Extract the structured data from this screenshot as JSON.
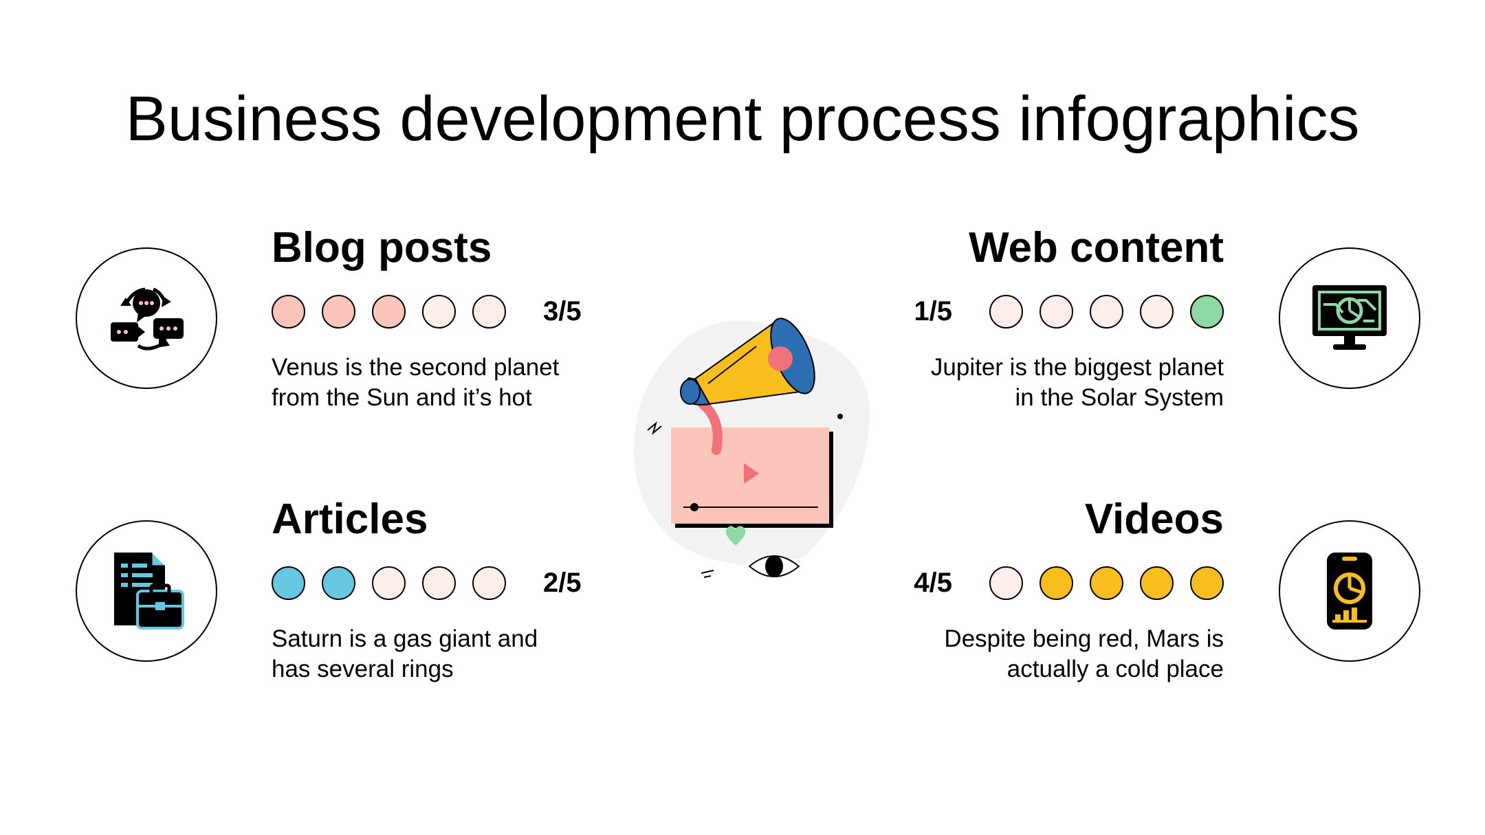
{
  "title": "Business development process infographics",
  "colors": {
    "salmon": "#fcc5b9",
    "salmon_light": "#fdeeea",
    "blue": "#67c7e0",
    "green": "#8ed9a2",
    "yellow": "#f8be1e",
    "ink": "#000000"
  },
  "items": [
    {
      "title": "Blog posts",
      "score": "3/5",
      "rating": 3,
      "max": 5,
      "desc": [
        "Venus is the second planet",
        "from the Sun and it’s hot"
      ],
      "color": "#fcc5b9",
      "icon": "chat-cycle-icon"
    },
    {
      "title": "Articles",
      "score": "2/5",
      "rating": 2,
      "max": 5,
      "desc": [
        "Saturn is a gas giant and",
        "has several rings"
      ],
      "color": "#67c7e0",
      "icon": "document-briefcase-icon"
    },
    {
      "title": "Web content",
      "score": "1/5",
      "rating": 1,
      "max": 5,
      "desc": [
        "Jupiter is the biggest planet",
        "in the Solar System"
      ],
      "color": "#8ed9a2",
      "icon": "monitor-chart-icon"
    },
    {
      "title": "Videos",
      "score": "4/5",
      "rating": 4,
      "max": 5,
      "desc": [
        "Despite being red, Mars is",
        "actually a cold place"
      ],
      "color": "#f8be1e",
      "icon": "phone-chart-icon"
    }
  ]
}
